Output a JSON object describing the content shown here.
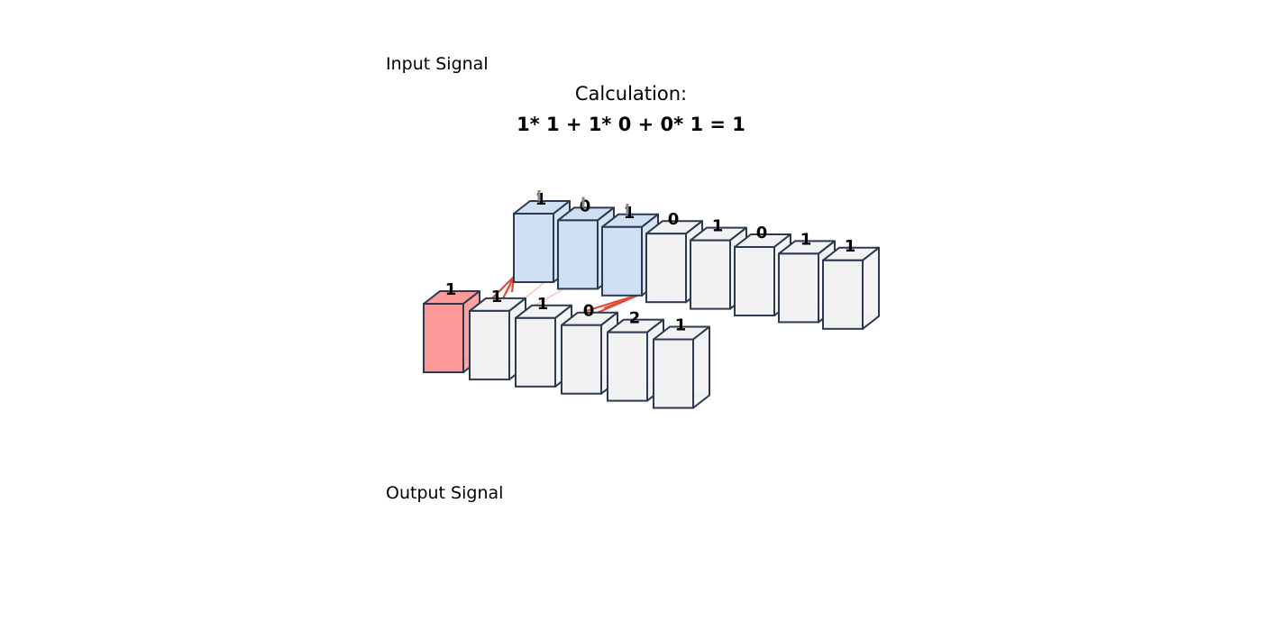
{
  "labels": {
    "input": "Input Signal",
    "output": "Output Signal"
  },
  "calculation": {
    "title": "Calculation:",
    "formula": "1* 1 + 1* 0 + 0* 1 = 1"
  },
  "input_signal": {
    "values": [
      "1",
      "0",
      "1",
      "0",
      "1",
      "0",
      "1",
      "1"
    ],
    "highlighted": [
      0,
      1,
      2
    ]
  },
  "kernel": {
    "values": [
      "1",
      "0",
      "1"
    ]
  },
  "output_signal": {
    "values": [
      "1",
      "1",
      "1",
      "0",
      "2",
      "1"
    ],
    "highlighted": [
      0
    ]
  },
  "colors": {
    "edge": "#2b3a4f",
    "box_face": "#f2f2f2",
    "window_face": "#cfe0f5",
    "output_face": "#fd9898",
    "connection": "#e04b3a",
    "kernel_marker": "#8a8a8a"
  }
}
